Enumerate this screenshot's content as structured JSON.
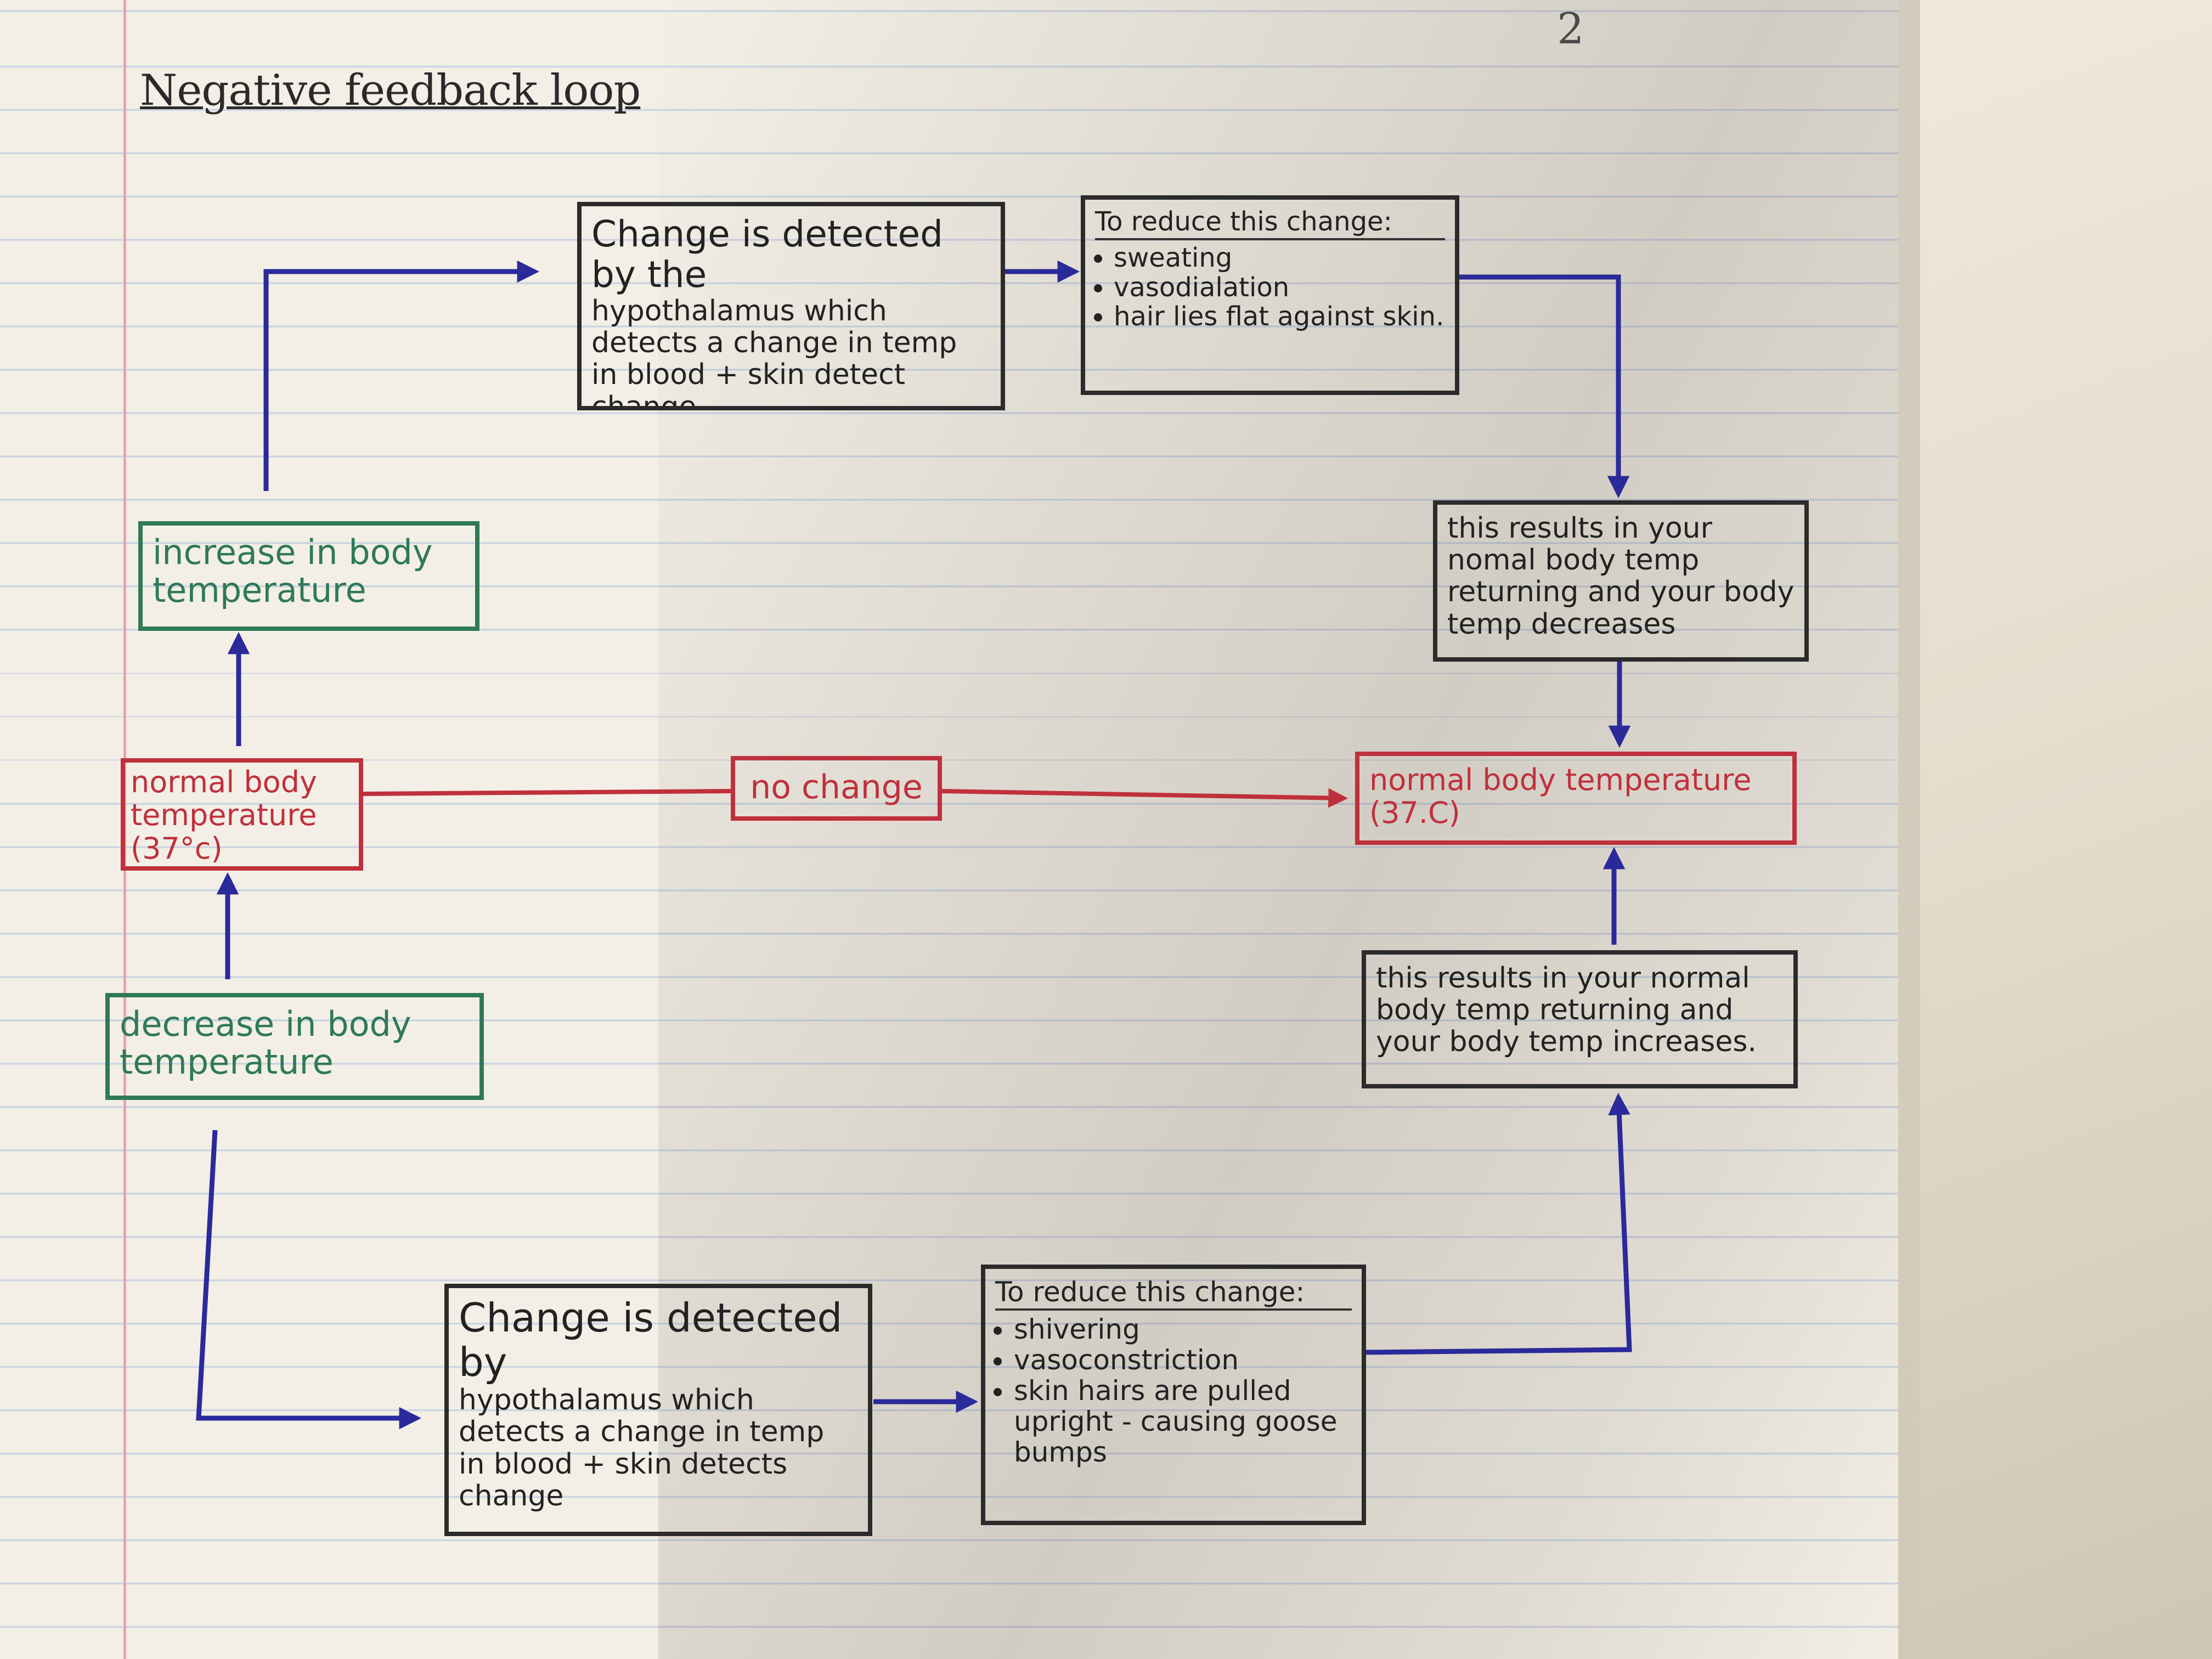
{
  "page_number": "2",
  "title": "Negative feedback loop",
  "nodes": {
    "detect_top": {
      "lead": "Change is detected by the",
      "rest": "hypothalamus which detects a change in temp in blood + skin detect change"
    },
    "reduce_top": {
      "header": "To reduce this change:",
      "items": [
        "sweating",
        "vasodialation",
        "hair lies flat against skin."
      ]
    },
    "result_top": {
      "text": "this results in your nomal body temp returning and your body temp decreases"
    },
    "increase": {
      "text": "increase in body temperature"
    },
    "normal_left": {
      "text": "normal body temperature (37°c)"
    },
    "no_change": {
      "text": "no change"
    },
    "normal_right": {
      "text": "normal body temperature (37.C)"
    },
    "decrease": {
      "text": "decrease in body temperature"
    },
    "result_bottom": {
      "text": "this results in your normal body temp returning and your body temp increases."
    },
    "detect_bottom": {
      "lead": "Change is detected by",
      "rest": "hypothalamus which detects a change in temp in blood + skin detects change"
    },
    "reduce_bottom": {
      "header": "To reduce this change:",
      "items": [
        "shivering",
        "vasoconstriction",
        "skin hairs are pulled upright - causing goose bumps"
      ]
    }
  },
  "colors": {
    "arrow_blue": "#2a2a9a",
    "arrow_red": "#c0303c",
    "box_green": "#2f7a55",
    "box_red": "#c0303c",
    "box_black": "#2b2b2b",
    "paper": "#f3efe6",
    "ruled_line": "#c9d2e3",
    "margin_line": "#e7a6ab"
  }
}
